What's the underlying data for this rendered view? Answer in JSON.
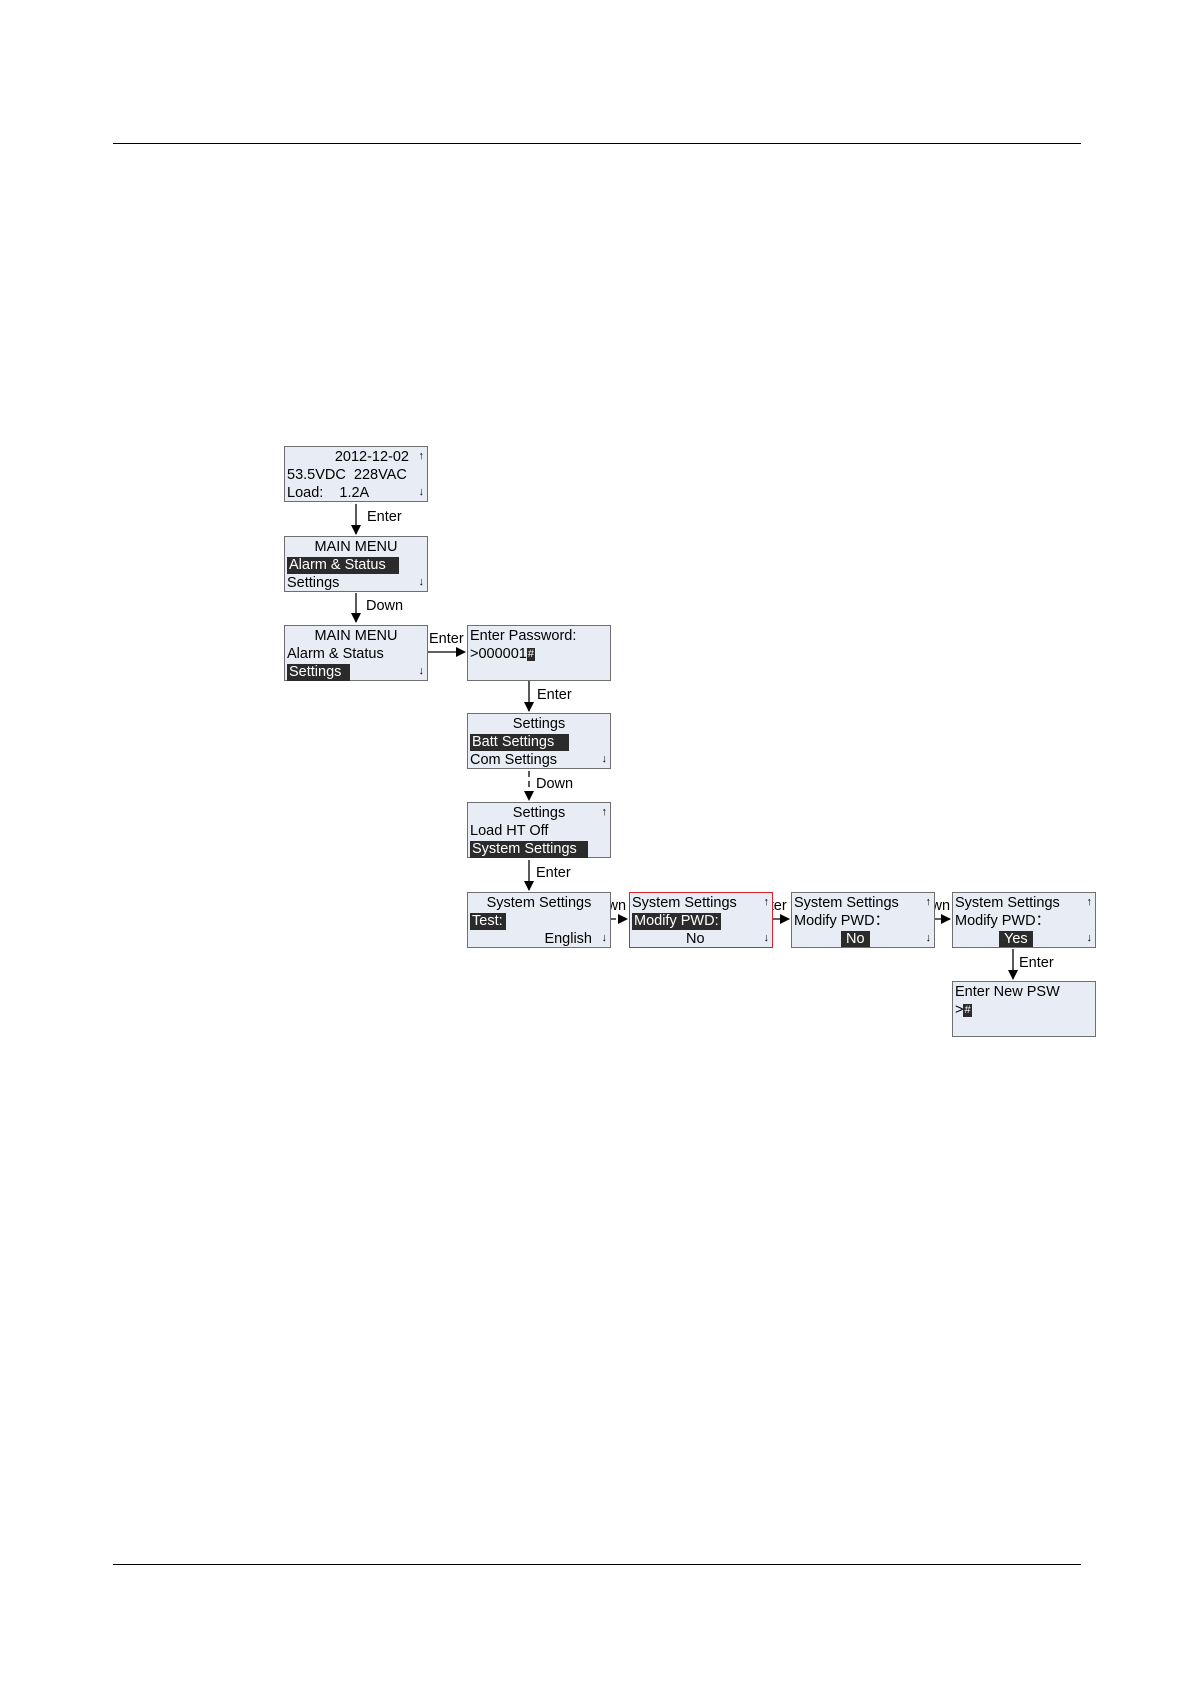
{
  "screens": {
    "s1": {
      "line1": "2012-12-02",
      "line2": "53.5VDC  228VAC",
      "line3": "Load:    1.2A"
    },
    "s2": {
      "title": "MAIN MENU",
      "item1": "Alarm & Status",
      "item2": "Settings"
    },
    "s3": {
      "title": "MAIN MENU",
      "item1": "Alarm & Status",
      "item2": "Settings"
    },
    "s4": {
      "line1": "Enter Password:",
      "line2": ">000001",
      "cursor": "#"
    },
    "s5": {
      "title": "Settings",
      "item1": "Batt Settings",
      "item2": "Com Settings"
    },
    "s6": {
      "title": "Settings",
      "item1": "Load HT Off",
      "item2": "System Settings"
    },
    "s7": {
      "title": "System Settings",
      "item1": "Test:",
      "value": "English"
    },
    "s8": {
      "title": "System Settings",
      "item1": "Modify PWD:",
      "value": "No"
    },
    "s9": {
      "title": "System Settings",
      "item1": "Modify PWD：",
      "value": "No"
    },
    "s10": {
      "title": "System Settings",
      "item1": "Modify PWD：",
      "value": "Yes"
    },
    "s11": {
      "line1": "Enter New PSW",
      "line2": ">",
      "cursor": "#"
    }
  },
  "arrow_glyphs": {
    "up": "↑",
    "down": "↓"
  },
  "transitions": {
    "t1": "Enter",
    "t2": "Down",
    "t3": "Enter",
    "t4": "Enter",
    "t5": "Down",
    "t6": "Enter",
    "t7": "Down",
    "t8": "Enter",
    "t9": "Down",
    "t10": "Enter"
  }
}
